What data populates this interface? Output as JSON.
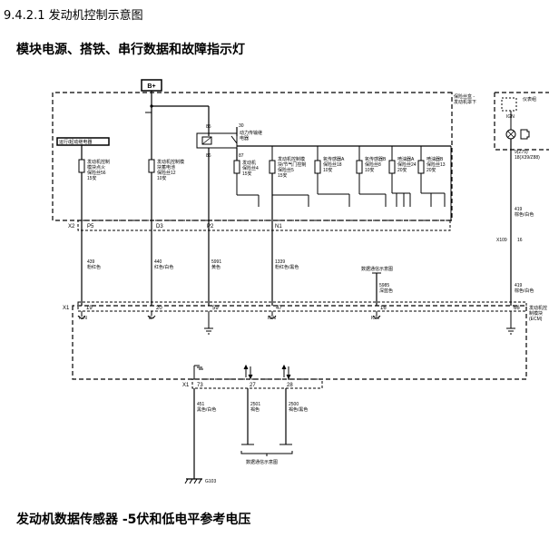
{
  "section_heading": "9.4.2.1 发动机控制示意图",
  "subheading": "模块电源、搭铁、串行数据和故障指示灯",
  "bottom_heading": "发动机数据传感器 -5伏和低电平参考电压",
  "power_source": "B+",
  "fuse_block_label": "保险丝盒 -\n发动机罩下",
  "relay": {
    "pin_85": "85",
    "pin_86": "86",
    "pin_30": "30",
    "pin_87": "87",
    "label": "动力传输继\n电器"
  },
  "run_crank_relay": "运行/起动继电器",
  "fuses": [
    {
      "id": "fuse-56",
      "label": "发动机控制\n模块点火\n保险丝56\n15安"
    },
    {
      "id": "fuse-12",
      "label": "发动机控制模\n块蓄电池\n保险丝12\n10安"
    },
    {
      "id": "fuse-4",
      "label": "发动机\n保险丝4\n15安"
    },
    {
      "id": "fuse-5",
      "label": "发动机控制模\n块/节气门控制\n保险丝5\n15安"
    },
    {
      "id": "fuse-18",
      "label": "氧传感器A\n保险丝18\n10安"
    },
    {
      "id": "fuse-8",
      "label": "氧传感器B\n保险丝8\n10安"
    },
    {
      "id": "fuse-24",
      "label": "喷油器A\n保险丝24\n20安"
    },
    {
      "id": "fuse-13",
      "label": "喷油器B\n保险丝13\n20安"
    }
  ],
  "fuse_connectors": {
    "x2": "X2",
    "p5": "P5",
    "d3": "D3",
    "p2": "P2",
    "n1": "N1"
  },
  "wires": [
    {
      "id": "w439",
      "circuit": "439",
      "color": "粉红色"
    },
    {
      "id": "w440",
      "circuit": "440",
      "color": "红色/白色"
    },
    {
      "id": "w5991",
      "circuit": "5991",
      "color": "黄色"
    },
    {
      "id": "w1339",
      "circuit": "1339",
      "color": "粉红色/黑色"
    },
    {
      "id": "w5985",
      "circuit": "5985",
      "color": "深蓝色"
    },
    {
      "id": "w419a",
      "circuit": "419",
      "color": "棕色/白色"
    },
    {
      "id": "w419b",
      "circuit": "419",
      "color": "棕色/白色"
    },
    {
      "id": "w451",
      "circuit": "451",
      "color": "黑色/白色"
    },
    {
      "id": "w2501",
      "circuit": "2501",
      "color": "褐色"
    },
    {
      "id": "w2500",
      "circuit": "2500",
      "color": "褐色/黑色"
    }
  ],
  "cluster": {
    "label": "仪表组",
    "ign": "IGN",
    "pin": "9(Z75)\n18(X39/Z88)"
  },
  "x109": {
    "connector": "X109",
    "pin": "16"
  },
  "serial_data_top": "数据通信示意图",
  "serial_data_bottom": "数据通信示意图",
  "ecm": {
    "connector": "X1",
    "label": "发动机控\n制模块\n(ECM)",
    "pins": [
      {
        "pin": "19",
        "func": "IGN"
      },
      {
        "pin": "20",
        "func": "B+"
      },
      {
        "pin": "59",
        "func": ""
      },
      {
        "pin": "47",
        "func": "IGN"
      },
      {
        "pin": "16",
        "func": "IGN"
      },
      {
        "pin": "66",
        "func": ""
      }
    ],
    "bottom_connector": "X1",
    "bottom_pins": [
      "73",
      "27",
      "28"
    ]
  },
  "ground": "G103"
}
